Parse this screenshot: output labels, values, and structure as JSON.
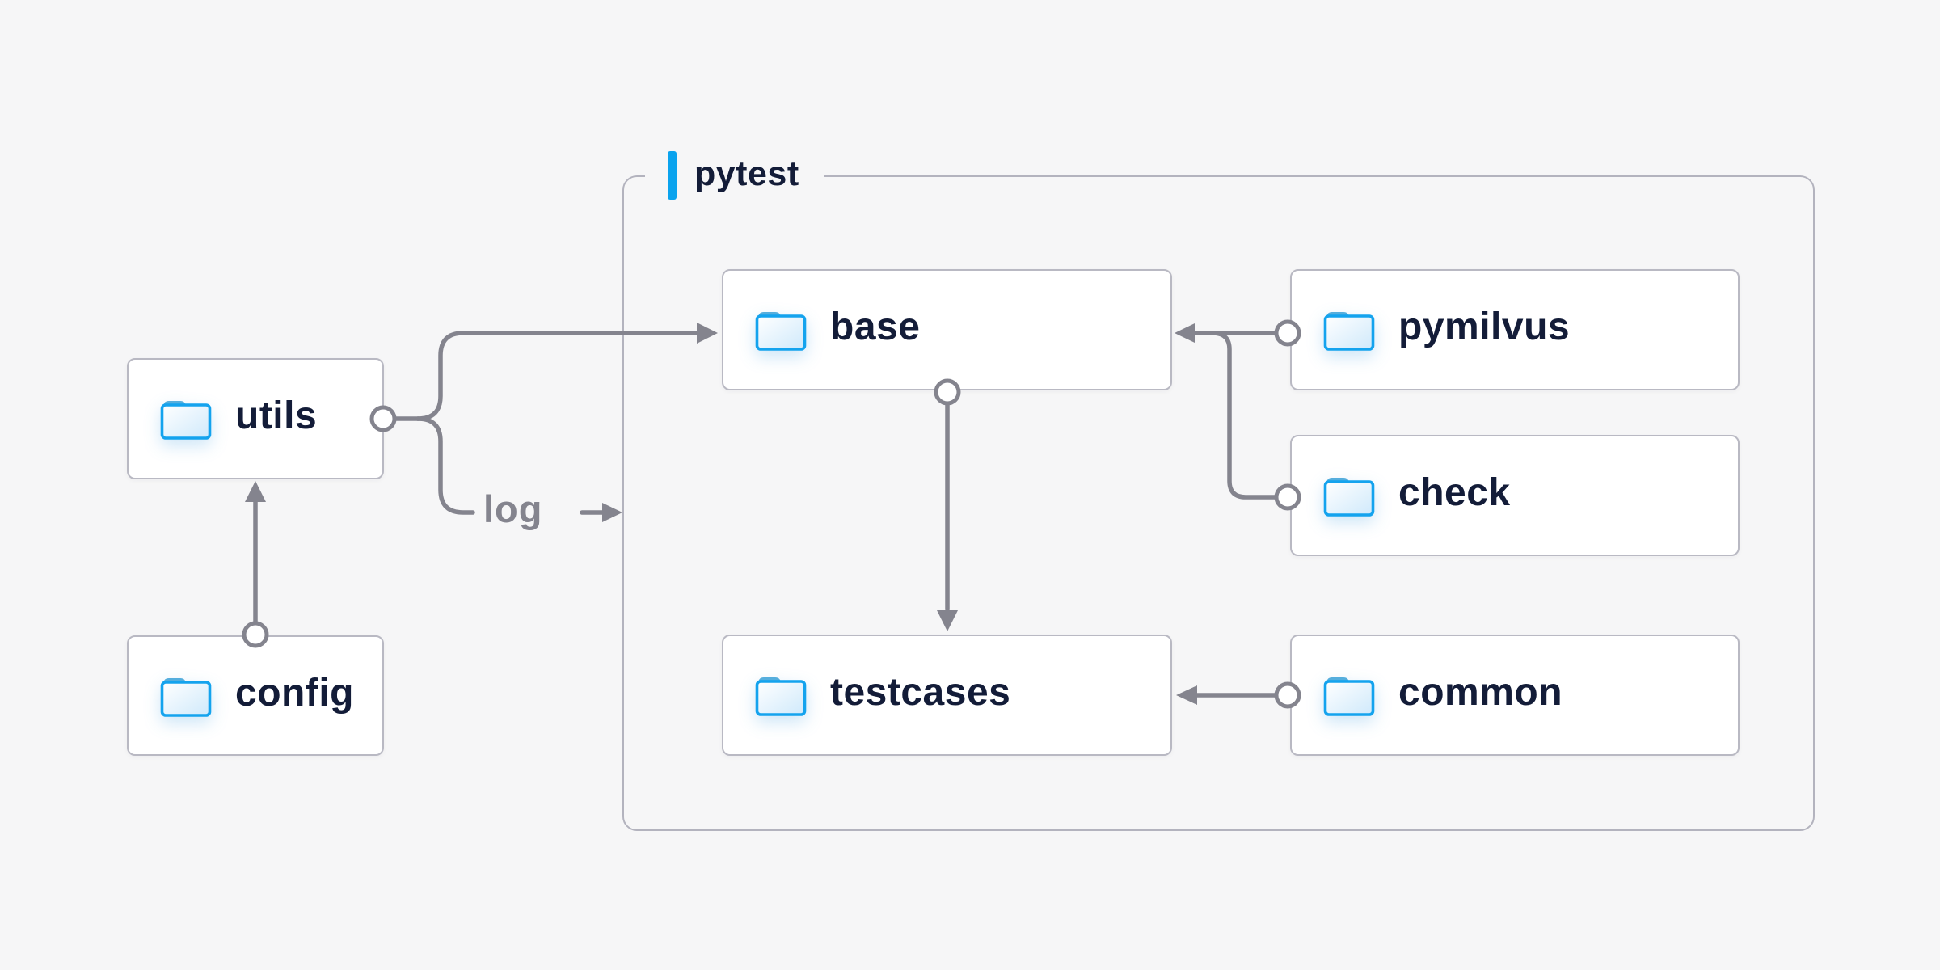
{
  "colors": {
    "background": "#f6f6f7",
    "box_bg": "#ffffff",
    "box_border": "#b9b9c3",
    "container_border": "#b3b3be",
    "connector": "#84848e",
    "text": "#131c38",
    "muted_text": "#84848e",
    "accent_blue": "#0aa3ee",
    "folder_stroke": "#14a3ee",
    "folder_tab": "#55aedd",
    "folder_fill_top": "#ffffff",
    "folder_fill_bottom": "#cfe9fb"
  },
  "group": {
    "label": "pytest"
  },
  "nodes": {
    "utils": {
      "label": "utils",
      "icon": "folder"
    },
    "config": {
      "label": "config",
      "icon": "folder"
    },
    "base": {
      "label": "base",
      "icon": "folder"
    },
    "pymilvus": {
      "label": "pymilvus",
      "icon": "folder"
    },
    "check": {
      "label": "check",
      "icon": "folder"
    },
    "testcases": {
      "label": "testcases",
      "icon": "folder"
    },
    "common": {
      "label": "common",
      "icon": "folder"
    }
  },
  "edges": [
    {
      "from": "config",
      "to": "utils",
      "style": "arrow"
    },
    {
      "from": "utils",
      "to": "base",
      "style": "arrow"
    },
    {
      "from": "utils",
      "to": "pytest-group",
      "style": "arrow",
      "label": "log"
    },
    {
      "from": "pymilvus",
      "to": "base",
      "style": "arrow"
    },
    {
      "from": "check",
      "to": "base",
      "style": "arrow"
    },
    {
      "from": "base",
      "to": "testcases",
      "style": "arrow"
    },
    {
      "from": "common",
      "to": "testcases",
      "style": "arrow"
    }
  ]
}
